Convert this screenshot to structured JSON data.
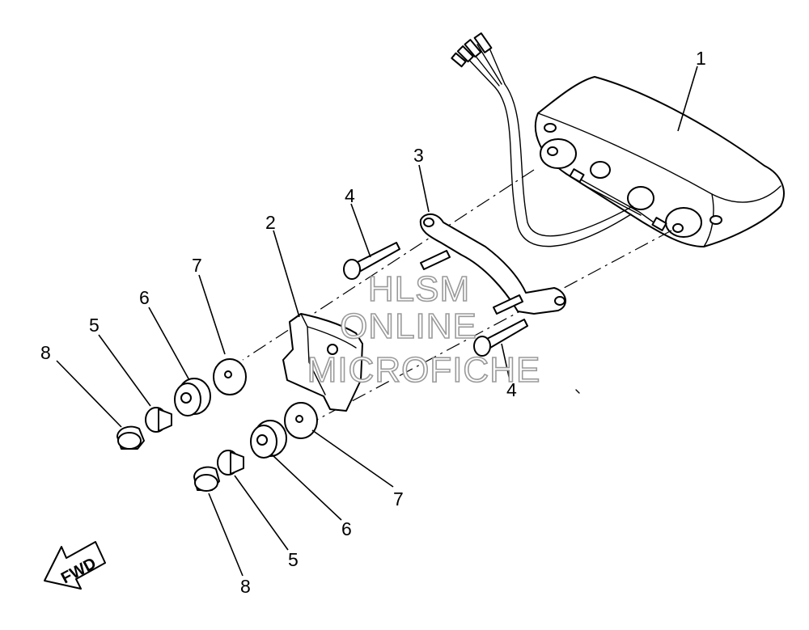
{
  "callouts": {
    "c1": "1",
    "c2": "2",
    "c3": "3",
    "c4a": "4",
    "c4b": "4",
    "c5a": "5",
    "c5b": "5",
    "c6a": "6",
    "c6b": "6",
    "c7a": "7",
    "c7b": "7",
    "c8a": "8",
    "c8b": "8"
  },
  "watermark": {
    "line1": "HLSM",
    "line2": "ONLINE",
    "line3": "MICROFICHE"
  },
  "direction_arrow": {
    "label": "FWD"
  }
}
